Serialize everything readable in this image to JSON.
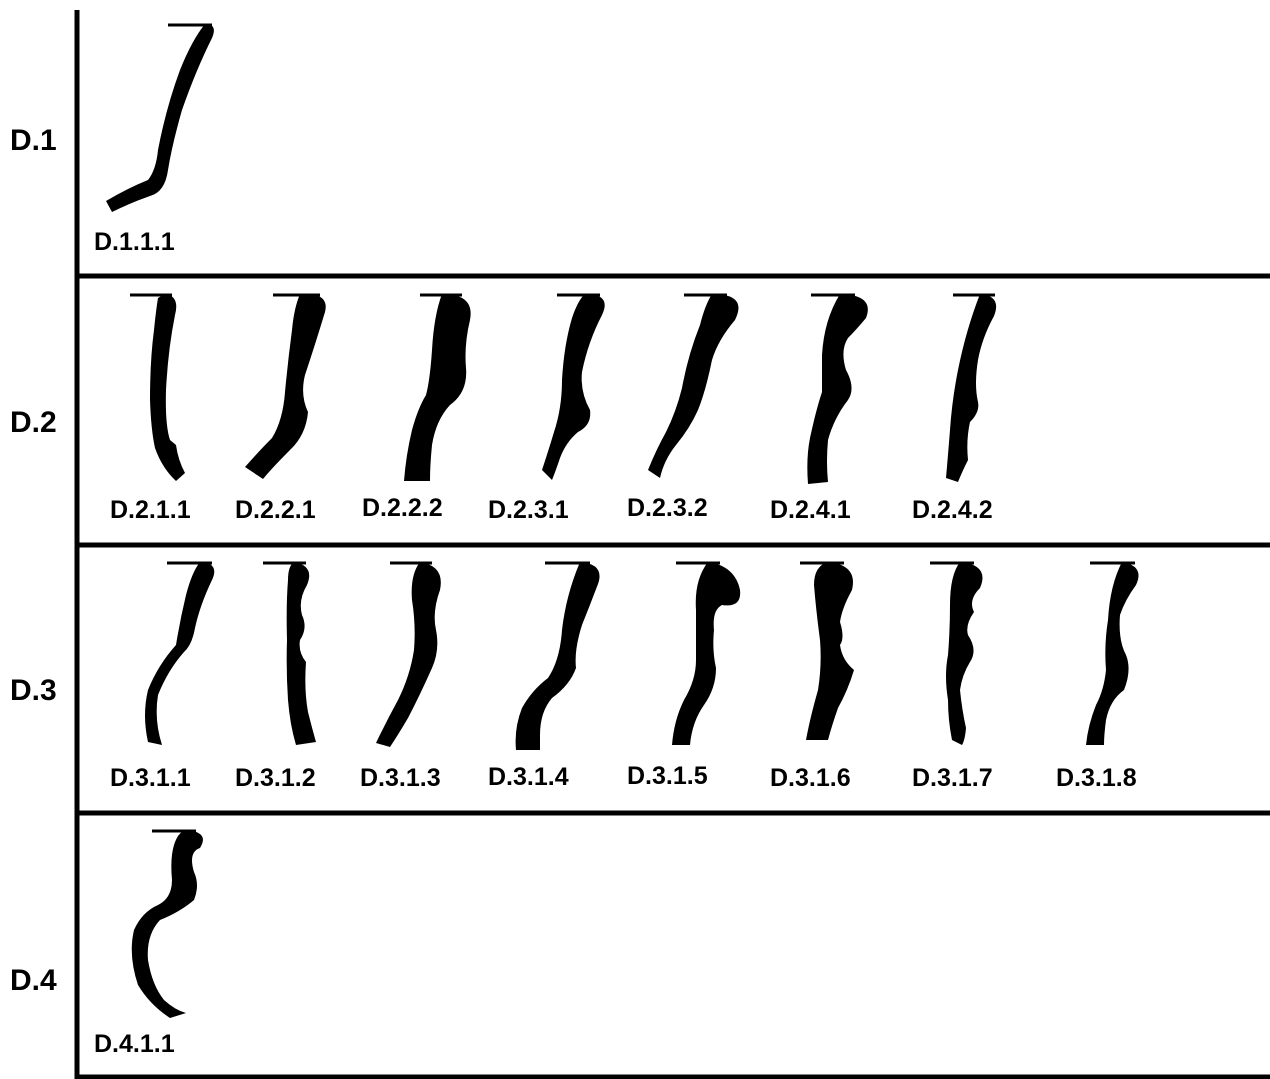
{
  "groups": [
    {
      "id": "D.1",
      "label": "D.1",
      "items": [
        {
          "label": "D.1.1.1"
        }
      ]
    },
    {
      "id": "D.2",
      "label": "D.2",
      "items": [
        {
          "label": "D.2.1.1"
        },
        {
          "label": "D.2.2.1"
        },
        {
          "label": "D.2.2.2"
        },
        {
          "label": "D.2.3.1"
        },
        {
          "label": "D.2.3.2"
        },
        {
          "label": "D.2.4.1"
        },
        {
          "label": "D.2.4.2"
        }
      ]
    },
    {
      "id": "D.3",
      "label": "D.3",
      "items": [
        {
          "label": "D.3.1.1"
        },
        {
          "label": "D.3.1.2"
        },
        {
          "label": "D.3.1.3"
        },
        {
          "label": "D.3.1.4"
        },
        {
          "label": "D.3.1.5"
        },
        {
          "label": "D.3.1.6"
        },
        {
          "label": "D.3.1.7"
        },
        {
          "label": "D.3.1.8"
        }
      ]
    },
    {
      "id": "D.4",
      "label": "D.4",
      "items": [
        {
          "label": "D.4.1.1"
        }
      ]
    }
  ],
  "colors": {
    "ink": "#000000",
    "background": "#ffffff"
  }
}
